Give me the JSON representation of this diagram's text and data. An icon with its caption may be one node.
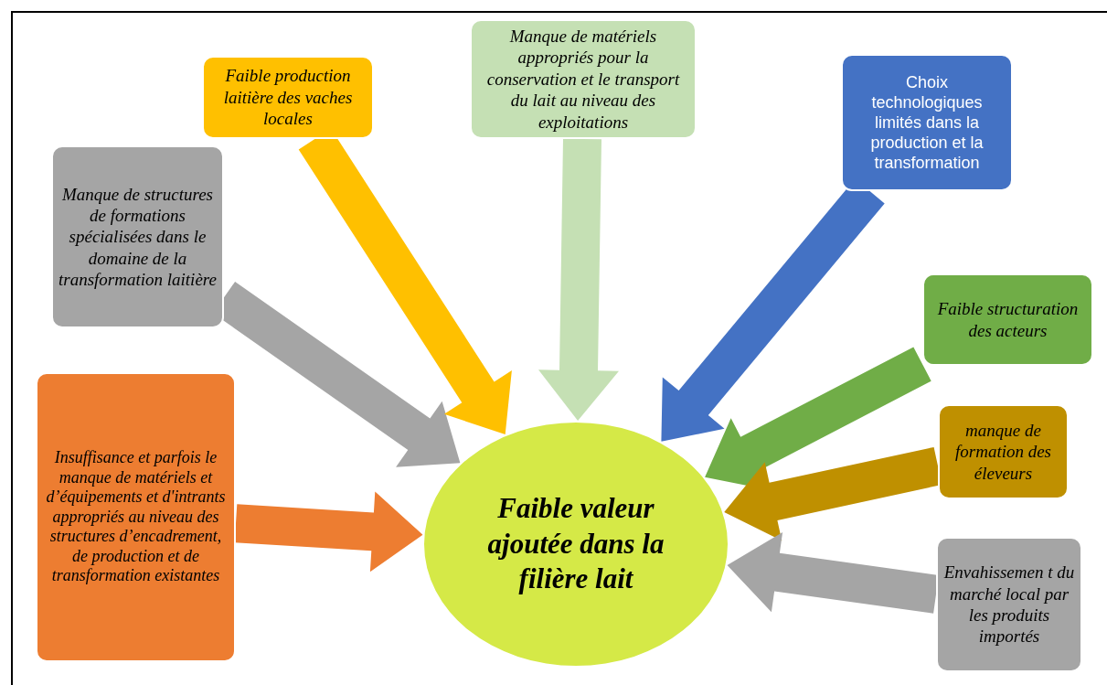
{
  "diagram": {
    "nodes": [
      {
        "text": [
          "Faible valeur ajoutée dans la filière lait"
        ]
      },
      {
        "text": [
          "Manque de structures de formations spécialisées dans le domaine de la transformation laitière"
        ]
      },
      {
        "text": [
          "Faible production laitière des vaches locales"
        ]
      },
      {
        "text": [
          "Manque de matériels appropriés pour la conservation et le transport du lait au niveau des exploitations"
        ]
      },
      {
        "text": [
          "Choix technologiques limités dans la production et la transformation"
        ]
      },
      {
        "text": [
          "Faible structuration des acteurs"
        ]
      },
      {
        "text": [
          "manque de formation des éleveurs"
        ]
      },
      {
        "text": [
          "Envahissemen t du marché local par les produits importés"
        ]
      },
      {
        "text": [
          "Insuffisance et parfois le manque de matériels et d’équipements et d'intrants appropriés au niveau des structures d’encadrement, de production et de transformation existantes"
        ]
      }
    ],
    "edges": [
      {
        "from": 1,
        "to": 0,
        "arrow": "to",
        "color": "#a5a5a5"
      },
      {
        "from": 2,
        "to": 0,
        "arrow": "to",
        "color": "#ffc000"
      },
      {
        "from": 3,
        "to": 0,
        "arrow": "to",
        "color": "#c5e0b4"
      },
      {
        "from": 4,
        "to": 0,
        "arrow": "to",
        "color": "#4472c4"
      },
      {
        "from": 5,
        "to": 0,
        "arrow": "to",
        "color": "#70ad47"
      },
      {
        "from": 6,
        "to": 0,
        "arrow": "to",
        "color": "#bf9000"
      },
      {
        "from": 7,
        "to": 0,
        "arrow": "to",
        "color": "#a5a5a5"
      },
      {
        "from": 8,
        "to": 0,
        "arrow": "to",
        "color": "#ed7d31"
      }
    ]
  }
}
